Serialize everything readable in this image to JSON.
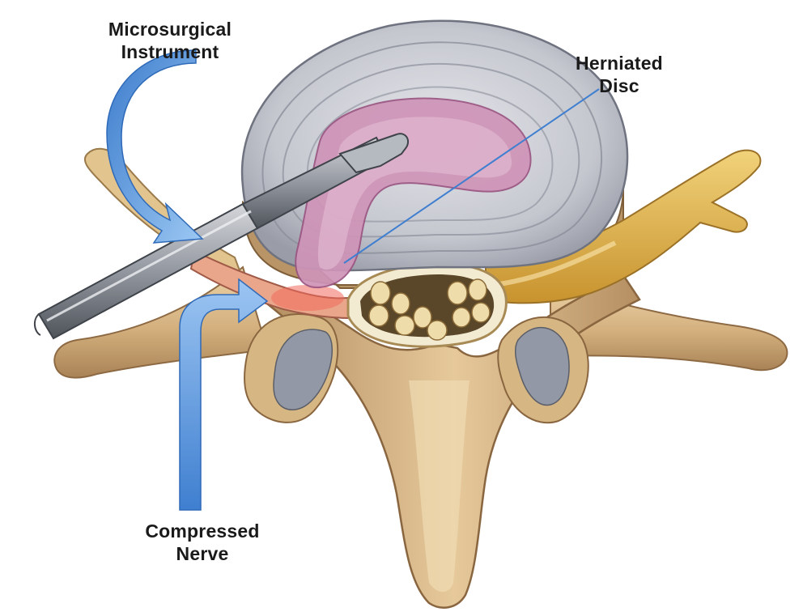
{
  "labels": {
    "instrument": {
      "line1": "Microsurgical",
      "line2": "Instrument"
    },
    "disc": {
      "line1": "Herniated",
      "line2": "Disc"
    },
    "nerve": {
      "line1": "Compressed",
      "line2": "Nerve"
    }
  },
  "colors": {
    "bone": "#d9b98a",
    "bone_shadow": "#a8845a",
    "disc_annulus": "#c9cbd3",
    "disc_nucleus": "#c98fb4",
    "nerve": "#e7b84f",
    "nerve_compressed": "#e8837a",
    "instrument": "#8e9299",
    "arrow": "#5b93d9"
  }
}
